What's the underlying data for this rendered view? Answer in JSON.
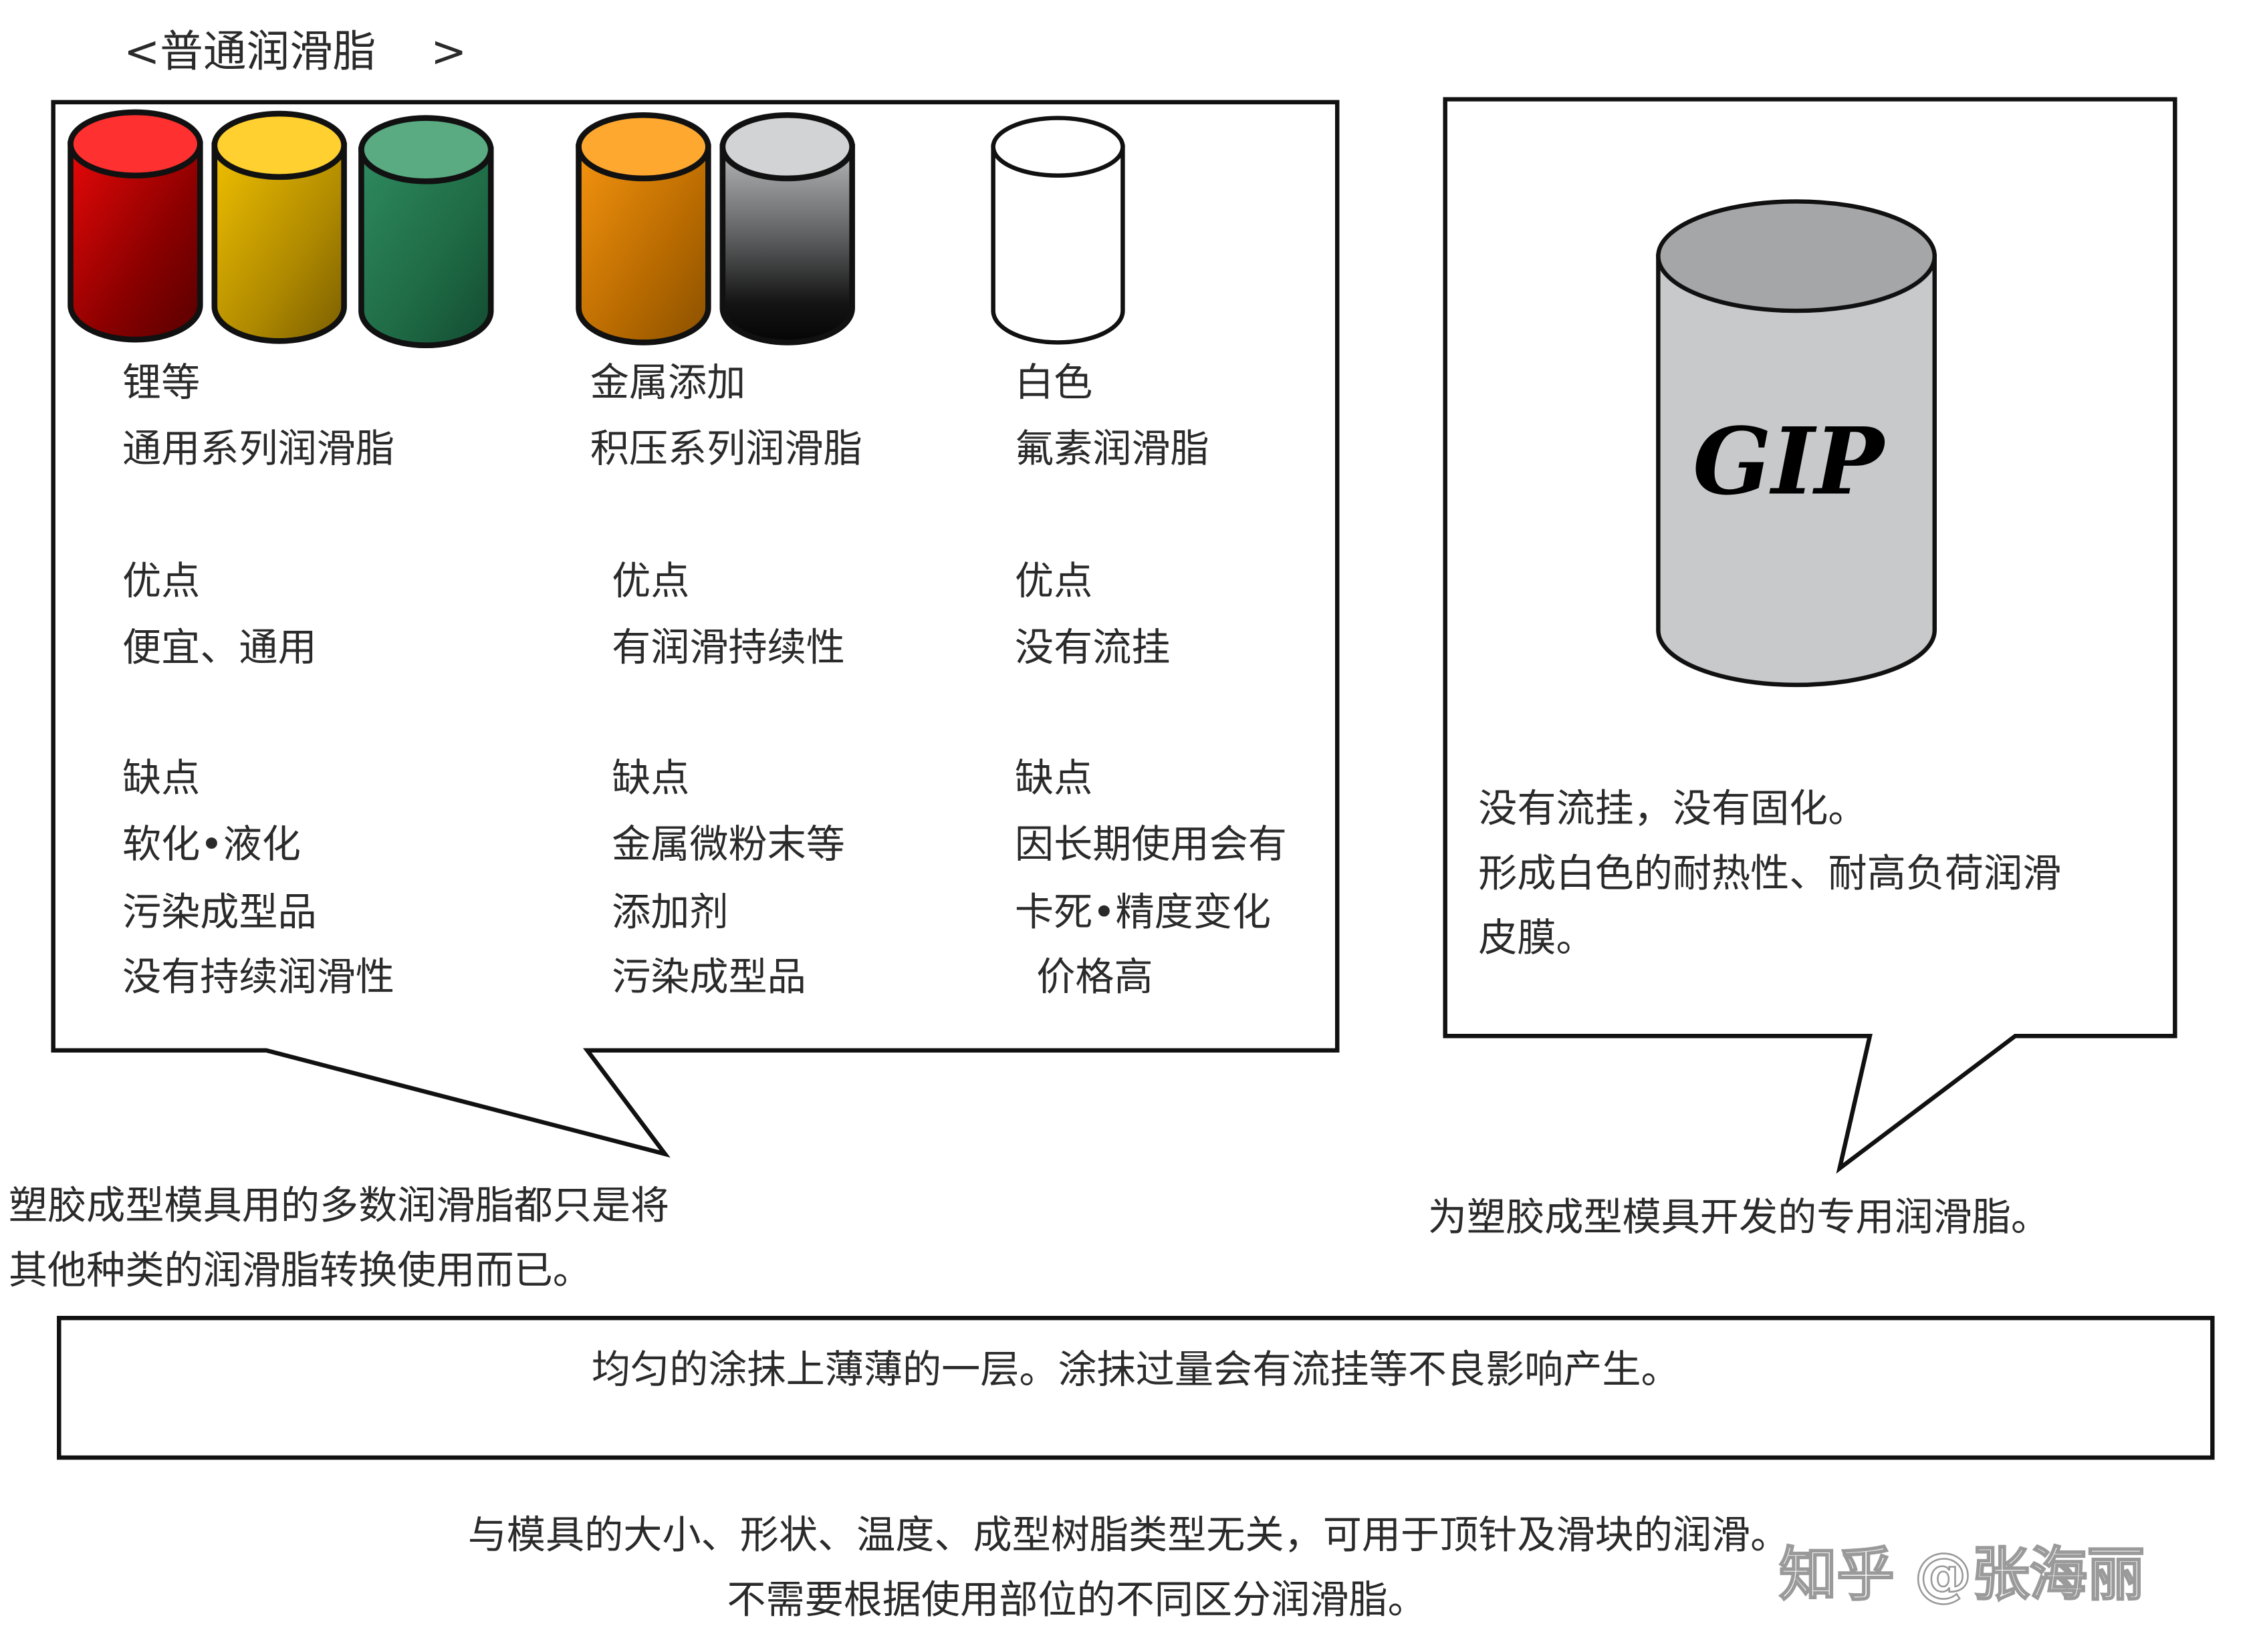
{
  "heading": {
    "open": "<",
    "label": "普通润滑脂",
    "close": ">"
  },
  "left_panel": {
    "cylinder_colors": [
      "#d00000",
      "#e8b800",
      "#2e8a5c",
      "#f09010",
      "#9a9a9a",
      "#ffffff"
    ],
    "columns": [
      {
        "type_line1": "锂等",
        "type_line2": "通用系列润滑脂",
        "pros_label": "优点",
        "pros": [
          "便宜、通用"
        ],
        "cons_label": "缺点",
        "cons": [
          "软化•液化",
          "污染成型品",
          "没有持续润滑性"
        ]
      },
      {
        "type_line1": "金属添加",
        "type_line2": "积压系列润滑脂",
        "pros_label": "优点",
        "pros": [
          "有润滑持续性"
        ],
        "cons_label": "缺点",
        "cons": [
          "金属微粉末等",
          "添加剂",
          "污染成型品"
        ]
      },
      {
        "type_line1": "白色",
        "type_line2": "氟素润滑脂",
        "pros_label": "优点",
        "pros": [
          "没有流挂"
        ],
        "cons_label": "缺点",
        "cons": [
          "因长期使用会有",
          "卡死•精度变化",
          "价格高"
        ]
      }
    ],
    "caption_line1": "塑胶成型模具用的多数润滑脂都只是将",
    "caption_line2": "其他种类的润滑脂转换使用而已。"
  },
  "right_panel": {
    "cylinder_label": "GIP",
    "cylinder_color": "#c8c9cb",
    "desc_line1": "没有流挂，没有固化。",
    "desc_line2": "形成白色的耐热性、耐高负荷润滑",
    "desc_line3": "皮膜。",
    "caption": "为塑胶成型模具开发的专用润滑脂。"
  },
  "note_box": {
    "text": "均匀的涂抹上薄薄的一层。涂抹过量会有流挂等不良影响产生。"
  },
  "footer": {
    "line1": "与模具的大小、形状、温度、成型树脂类型无关，可用于顶针及滑块的润滑。",
    "line2": "不需要根据使用部位的不同区分润滑脂。"
  },
  "watermark": {
    "text": "知乎 @张海丽"
  }
}
